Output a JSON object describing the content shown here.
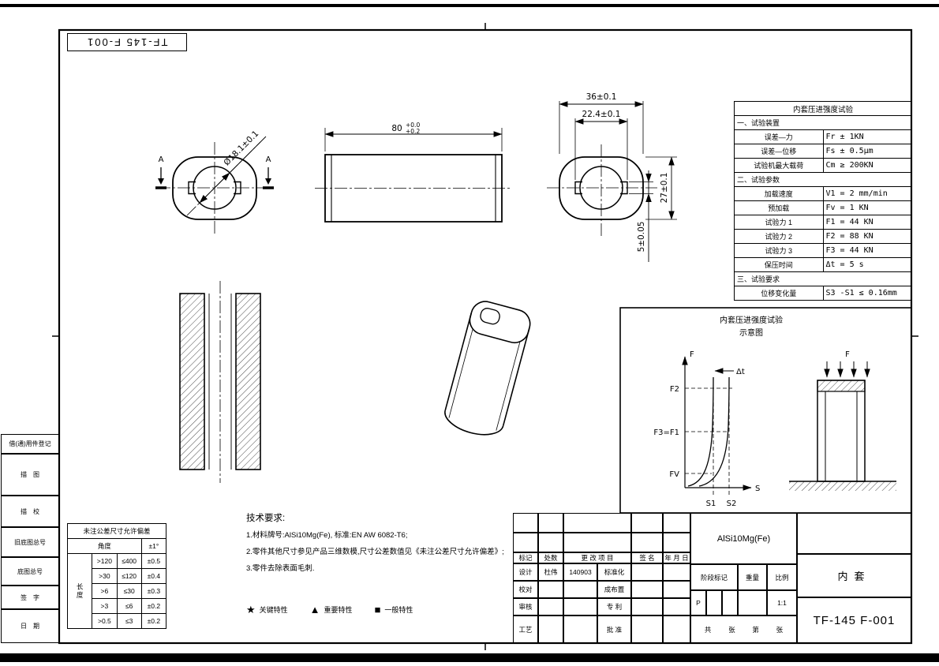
{
  "corner": {
    "label": "TF-145 F-001"
  },
  "dims": {
    "dia": "Ø18.1±0.1",
    "len": "80",
    "len_up": "+0.0",
    "len_low": "+0.2",
    "w36": "36±0.1",
    "w224": "22.4±0.1",
    "h27": "27±0.1",
    "h5": "5±0.05",
    "section": "A"
  },
  "test_table": {
    "title": "内套压进强度试验",
    "rows": [
      {
        "kind": "sec",
        "label": "一、试验装置",
        "value": ""
      },
      {
        "kind": "row",
        "label": "误差—力",
        "value": "Fr ± 1KN"
      },
      {
        "kind": "row",
        "label": "误差—位移",
        "value": "Fs ± 0.5μm"
      },
      {
        "kind": "row",
        "label": "试验机最大载荷",
        "value": "Cm ≥ 200KN"
      },
      {
        "kind": "sec",
        "label": "二、试验参数",
        "value": ""
      },
      {
        "kind": "row",
        "label": "加载速度",
        "value": "V1 = 2 mm/min"
      },
      {
        "kind": "row",
        "label": "预加载",
        "value": "Fv = 1 KN"
      },
      {
        "kind": "row",
        "label": "试验力 1",
        "value": "F1 = 44 KN"
      },
      {
        "kind": "row",
        "label": "试验力 2",
        "value": "F2 = 88 KN"
      },
      {
        "kind": "row",
        "label": "试验力 3",
        "value": "F3 = 44 KN"
      },
      {
        "kind": "row",
        "label": "保压时间",
        "value": "Δt = 5 s"
      },
      {
        "kind": "sec",
        "label": "三、试验要求",
        "value": ""
      },
      {
        "kind": "row",
        "label": "位移变化量",
        "value": "S3 -S1 ≤ 0.16mm"
      }
    ]
  },
  "schematic": {
    "title_line1": "内套压进强度试验",
    "title_line2": "示意图",
    "f_axis": "F",
    "s_axis": "S",
    "f2": "F2",
    "f3f1": "F3=F1",
    "fv": "FV",
    "s1": "S1",
    "s2": "S2",
    "dt": "Δt",
    "force": "F"
  },
  "tolerance_table": {
    "title": "未注公差尺寸允许偏差",
    "angle_label": "角度",
    "angle_tol": "±1°",
    "length_label": "长度",
    "rows": [
      {
        "from": ">120",
        "to": "≤400",
        "tol": "±0.5"
      },
      {
        "from": ">30",
        "to": "≤120",
        "tol": "±0.4"
      },
      {
        "from": ">6",
        "to": "≤30",
        "tol": "±0.3"
      },
      {
        "from": ">3",
        "to": "≤6",
        "tol": "±0.2"
      },
      {
        "from": ">0.5",
        "to": "≤3",
        "tol": "±0.2"
      }
    ]
  },
  "tech_req": {
    "title": "技术要求:",
    "items": [
      "1.材料牌号:AlSi10Mg(Fe), 标准:EN AW 6082-T6;",
      "2.零件其他尺寸参见产品三维数模,尺寸公差数值见《未注公差尺寸允许偏差》;",
      "3.零件去除表面毛刺."
    ]
  },
  "legend": [
    {
      "symbol": "★",
      "label": "关键特性"
    },
    {
      "symbol": "▲",
      "label": "重要特性"
    },
    {
      "symbol": "■",
      "label": "一般特性"
    }
  ],
  "margin_blocks": [
    "借(通)用件登记",
    "描图",
    "描校",
    "旧底图总号",
    "底图总号",
    "签字",
    "日期"
  ],
  "title_block": {
    "rev_header": [
      "标记",
      "处数",
      "更 改 项 目",
      "签 名",
      "年 月 日"
    ],
    "rows": [
      {
        "role": "设计",
        "name": "杜伟",
        "date": "140903",
        "right": "标准化"
      },
      {
        "role": "校对",
        "name": "",
        "date": "",
        "right": "成布置"
      },
      {
        "role": "审核",
        "name": "",
        "date": "",
        "right": "专 利"
      },
      {
        "role": "工艺",
        "name": "",
        "date": "",
        "right": "批 准"
      }
    ],
    "material": "AlSi10Mg(Fe)",
    "stage_label": "阶段标记",
    "stage_value": "P",
    "weight_label": "重量",
    "scale_label": "比例",
    "scale_value": "1:1",
    "sheet_labels": [
      "共",
      "张",
      "第",
      "张"
    ],
    "part_name": "内套",
    "drawing_no": "TF-145 F-001"
  },
  "colors": {
    "ink": "#000000",
    "paper": "#ffffff"
  }
}
